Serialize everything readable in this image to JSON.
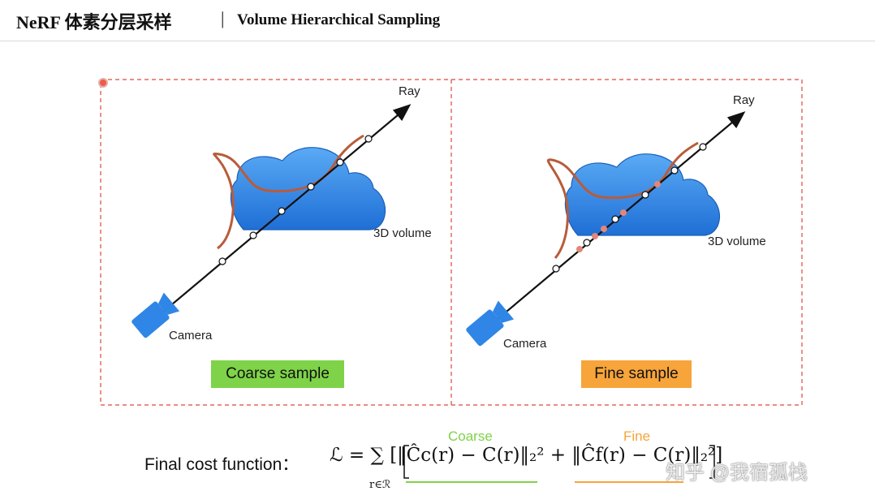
{
  "header": {
    "title": "NeRF 体素分层采样",
    "separator": "|",
    "subtitle": "Volume Hierarchical Sampling"
  },
  "left_panel": {
    "ray_label": "Ray",
    "volume_label": "3D volume",
    "camera_label": "Camera",
    "badge": "Coarse sample"
  },
  "right_panel": {
    "ray_label": "Ray",
    "volume_label": "3D volume",
    "camera_label": "Camera",
    "badge": "Fine sample"
  },
  "formula": {
    "label": "Final cost function：",
    "coarse_tag": "Coarse",
    "fine_tag": "Fine",
    "sum_sub": "r∈ℛ",
    "expression": "ℒ = ∑ [‖Ĉc(r) − C(r)‖₂² + ‖Ĉf(r) − C(r)‖₂²]"
  },
  "watermark": "知乎 @我宿孤栈",
  "colors": {
    "cloud": "#2f86e6",
    "coarse_green": "#7ed348",
    "fine_orange": "#f7a43a",
    "density_curve": "#b85c3a",
    "dashed_frame": "#d94a3a"
  }
}
